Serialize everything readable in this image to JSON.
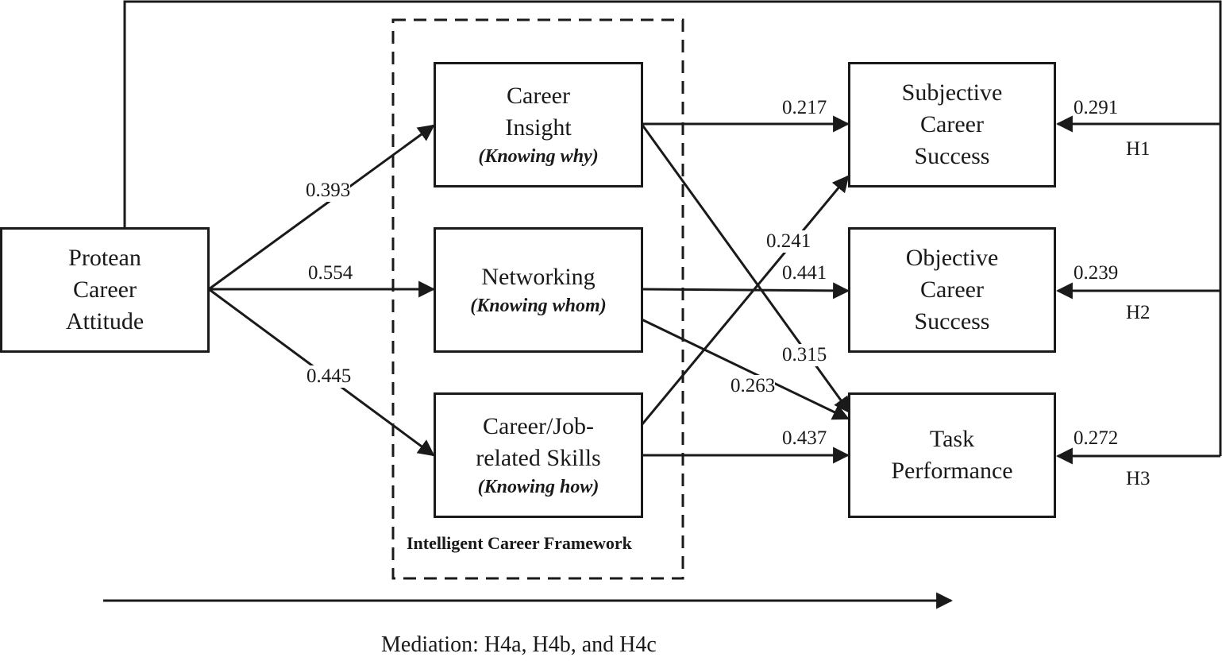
{
  "nodes": {
    "protean": {
      "lines": [
        "Protean",
        "Career",
        "Attitude"
      ]
    },
    "insight": {
      "lines": [
        "Career",
        "Insight"
      ],
      "sub": "(Knowing why)"
    },
    "networking": {
      "lines": [
        "Networking"
      ],
      "sub": "(Knowing whom)"
    },
    "skills": {
      "lines": [
        "Career/Job-",
        "related Skills"
      ],
      "sub": "(Knowing how)"
    },
    "subjective": {
      "lines": [
        "Subjective",
        "Career",
        "Success"
      ]
    },
    "objective": {
      "lines": [
        "Objective",
        "Career",
        "Success"
      ]
    },
    "task": {
      "lines": [
        "Task",
        "Performance"
      ]
    }
  },
  "framework_label": "Intelligent Career Framework",
  "mediation_label": "Mediation: H4a, H4b, and H4c",
  "paths": {
    "pca_insight": "0.393",
    "pca_networking": "0.554",
    "pca_skills": "0.445",
    "insight_subjective": "0.217",
    "insight_task": "0.315",
    "networking_objective": "0.441",
    "networking_task": "0.263",
    "skills_subjective": "0.241",
    "skills_task": "0.437",
    "direct_subjective": "0.291",
    "direct_objective": "0.239",
    "direct_task": "0.272"
  },
  "hypotheses": {
    "h1": "H1",
    "h2": "H2",
    "h3": "H3"
  }
}
